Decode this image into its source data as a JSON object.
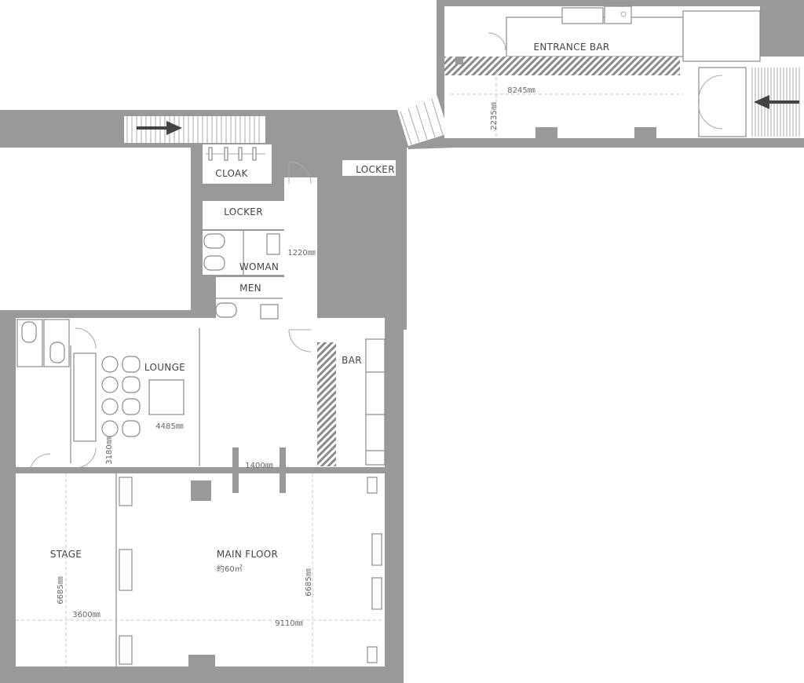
{
  "rooms": {
    "entrance_bar": "ENTRANCE BAR",
    "cloak": "CLOAK",
    "locker_1": "LOCKER",
    "locker_2": "LOCKER",
    "woman": "WOMAN",
    "men": "MEN",
    "lounge": "LOUNGE",
    "bar": "BAR",
    "stage": "STAGE",
    "main_floor": "MAIN FLOOR",
    "main_floor_area": "約60㎡"
  },
  "dimensions": {
    "entrance_width": "8245㎜",
    "entrance_depth": "2235㎜",
    "corridor_width": "1220㎜",
    "lounge_width": "4485㎜",
    "lounge_depth": "3180㎜",
    "passage_width": "1400㎜",
    "stage_depth": "6685㎜",
    "stage_width": "3600㎜",
    "main_depth": "6685㎜",
    "main_width": "9110㎜"
  },
  "colors": {
    "wall": "#999999",
    "line": "#8a8a8a",
    "text": "#444444"
  },
  "icons": [
    "entry-arrow-icon",
    "exit-arrow-icon",
    "toilet-icon",
    "door-swing-icon",
    "stool-icon"
  ]
}
